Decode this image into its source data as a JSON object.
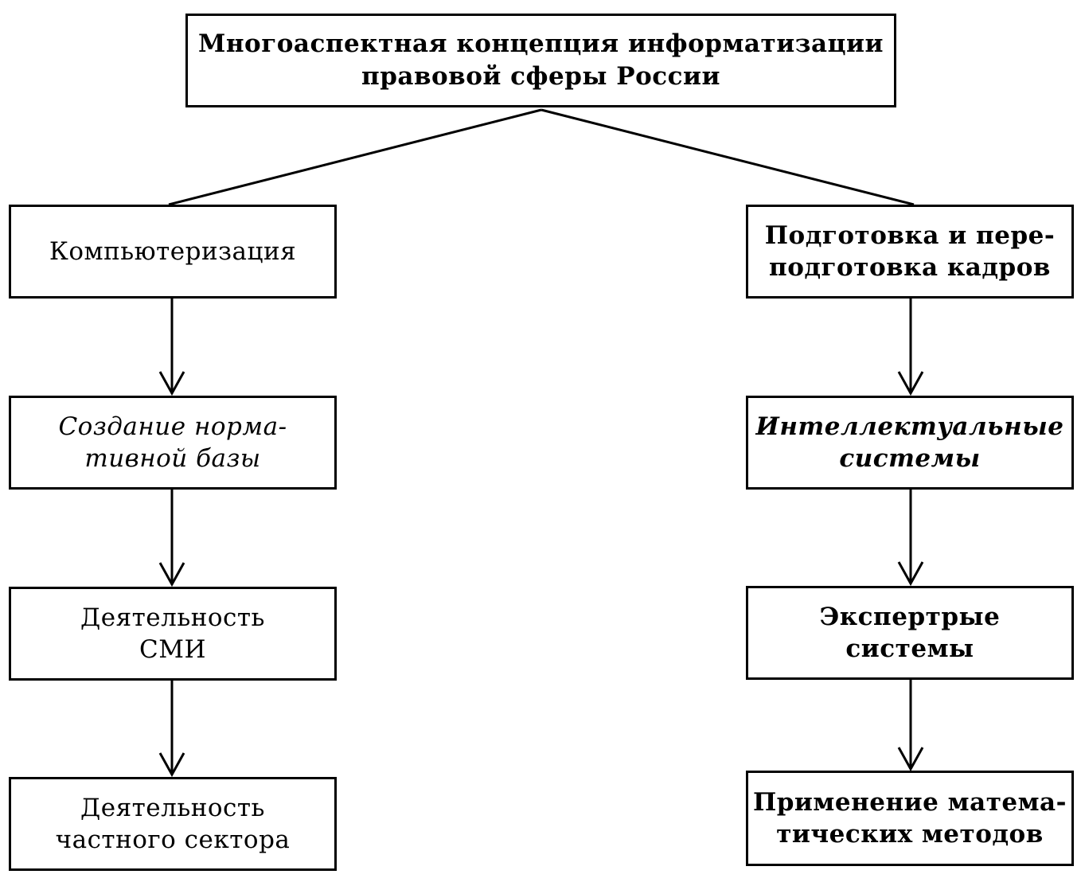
{
  "diagram": {
    "root": {
      "lines": [
        "Многоаспектная концепция информатизации",
        "правовой сферы России"
      ]
    },
    "left_branch": [
      {
        "lines": [
          "Компьютеризация"
        ],
        "style": "normal"
      },
      {
        "lines": [
          "Создание норма-",
          "тивной базы"
        ],
        "style": "italic"
      },
      {
        "lines": [
          "Деятельность",
          "СМИ"
        ],
        "style": "normal"
      },
      {
        "lines": [
          "Деятельность",
          "частного сектора"
        ],
        "style": "normal"
      }
    ],
    "right_branch": [
      {
        "lines": [
          "Подготовка и пере-",
          "подготовка кадров"
        ],
        "style": "bold"
      },
      {
        "lines": [
          "Интеллектуальные",
          "системы"
        ],
        "style": "bold-italic"
      },
      {
        "lines": [
          "Экспертрые",
          "системы"
        ],
        "style": "bold"
      },
      {
        "lines": [
          "Применение матема-",
          "тических методов"
        ],
        "style": "bold"
      }
    ],
    "edges": [
      {
        "from": "root",
        "to": "left_branch.0",
        "arrow": false
      },
      {
        "from": "root",
        "to": "right_branch.0",
        "arrow": false
      },
      {
        "from": "left_branch.0",
        "to": "left_branch.1",
        "arrow": true
      },
      {
        "from": "left_branch.1",
        "to": "left_branch.2",
        "arrow": true
      },
      {
        "from": "left_branch.2",
        "to": "left_branch.3",
        "arrow": true
      },
      {
        "from": "right_branch.0",
        "to": "right_branch.1",
        "arrow": true
      },
      {
        "from": "right_branch.1",
        "to": "right_branch.2",
        "arrow": true
      },
      {
        "from": "right_branch.2",
        "to": "right_branch.3",
        "arrow": true
      }
    ]
  }
}
